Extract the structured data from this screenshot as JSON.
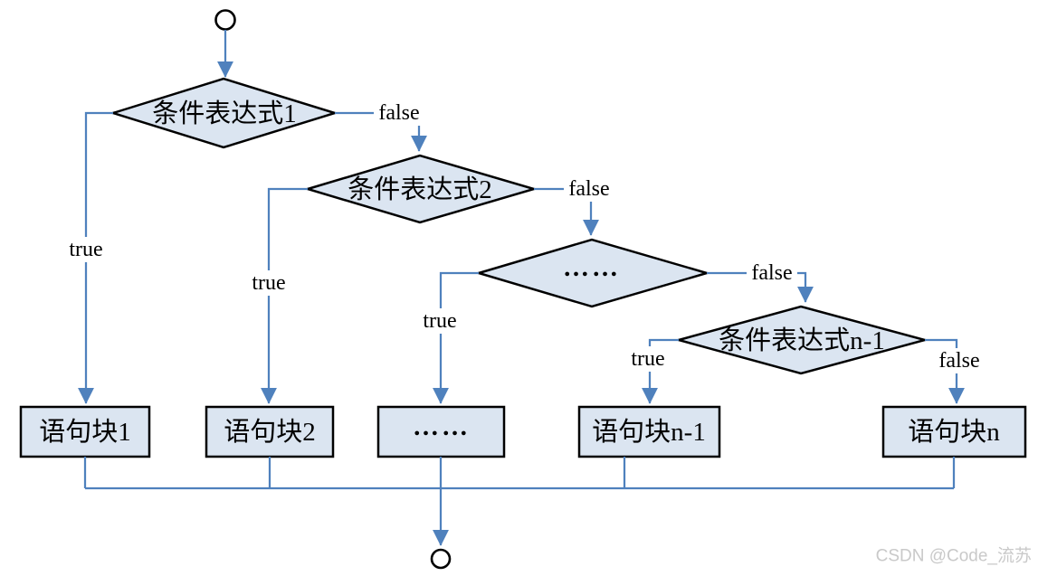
{
  "diagram": {
    "type": "flowchart",
    "decisions": [
      {
        "label": "条件表达式1"
      },
      {
        "label": "条件表达式2"
      },
      {
        "label": "……"
      },
      {
        "label": "条件表达式n-1"
      }
    ],
    "processes": [
      {
        "label": "语句块1"
      },
      {
        "label": "语句块2"
      },
      {
        "label": "……"
      },
      {
        "label": "语句块n-1"
      },
      {
        "label": "语句块n"
      }
    ],
    "edge_labels": {
      "true": "true",
      "false": "false"
    },
    "watermark": "CSDN @Code_流苏",
    "colors": {
      "shape_fill": "#dbe5f1",
      "shape_border": "#000000",
      "connector": "#4f81bd",
      "text": "#000000",
      "watermark": "#c9c9c9"
    }
  }
}
